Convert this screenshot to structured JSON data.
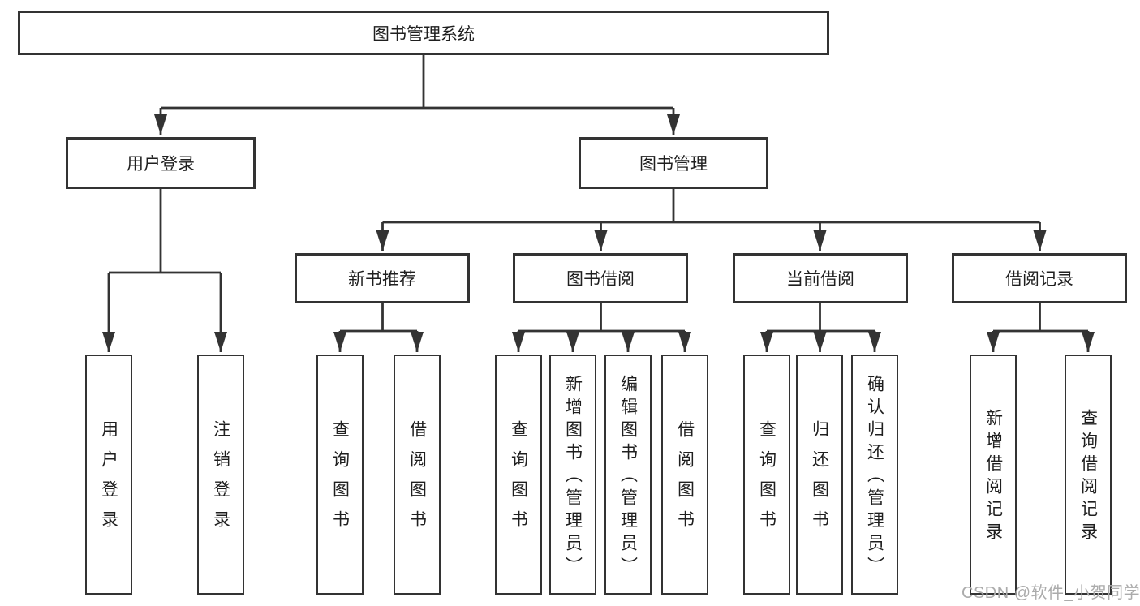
{
  "diagram": {
    "root_label": "图书管理系统",
    "user_login": {
      "label": "用户登录",
      "children": [
        "用户登录",
        "注销登录"
      ]
    },
    "book_mgmt": {
      "label": "图书管理",
      "groups": [
        {
          "label": "新书推荐",
          "children": [
            "查询图书",
            "借阅图书"
          ]
        },
        {
          "label": "图书借阅",
          "children": [
            "查询图书",
            "新增图书（管理员）",
            "编辑图书（管理员）",
            "借阅图书"
          ]
        },
        {
          "label": "当前借阅",
          "children": [
            "查询图书",
            "归还图书",
            "确认归还（管理员）"
          ]
        },
        {
          "label": "借阅记录",
          "children": [
            "新增借阅记录",
            "查询借阅记录"
          ]
        }
      ]
    }
  },
  "watermark": "CSDN @软件_小贺同学",
  "colors": {
    "line": "#333333",
    "box_border": "#333333",
    "text": "#1f1f1f",
    "watermark": "#ababab",
    "background": "#ffffff"
  }
}
